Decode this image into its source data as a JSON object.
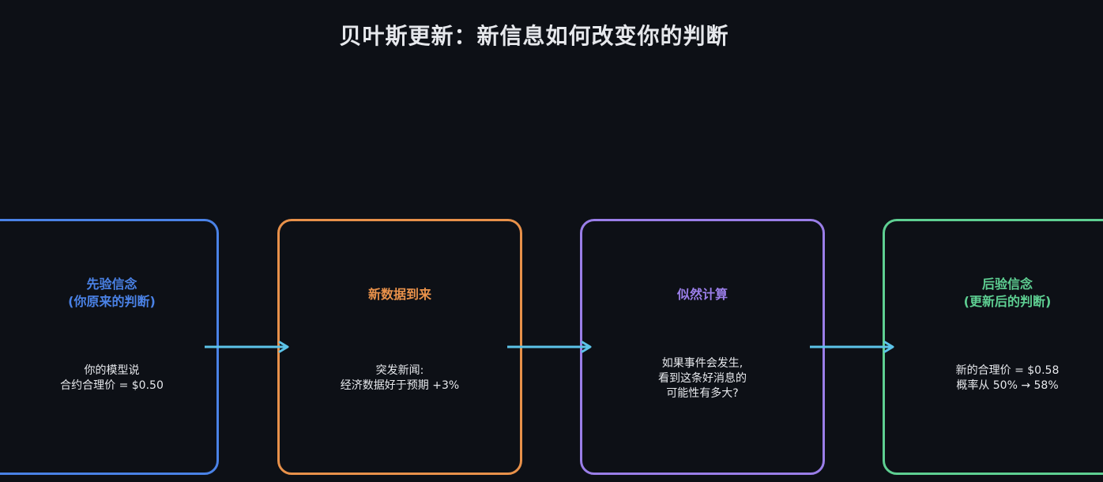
{
  "title": "贝叶斯更新：新信息如何改变你的判断",
  "colors": {
    "background": "#0d1016",
    "prior": "#4a82e6",
    "data": "#e8914a",
    "likelihood": "#9a7ee8",
    "posterior": "#5ecf92",
    "arrow": "#5cc3e8",
    "text": "#e6e8ec"
  },
  "prior": {
    "heading_line1": "先验信念",
    "heading_line2": "(你原来的判断)",
    "body_line1": "你的模型说",
    "body_line2": "合约合理价 = $0.50"
  },
  "data_step": {
    "heading": "新数据到来",
    "body_line1": "突发新闻:",
    "body_line2": "经济数据好于预期 +3%"
  },
  "likelihood": {
    "heading": "似然计算",
    "body_line1": "如果事件会发生,",
    "body_line2": "看到这条好消息的",
    "body_line3": "可能性有多大?"
  },
  "posterior": {
    "heading_line1": "后验信念",
    "heading_line2": "(更新后的判断)",
    "body_line1": "新的合理价 = $0.58",
    "body_line2": "概率从 50% → 58%"
  }
}
